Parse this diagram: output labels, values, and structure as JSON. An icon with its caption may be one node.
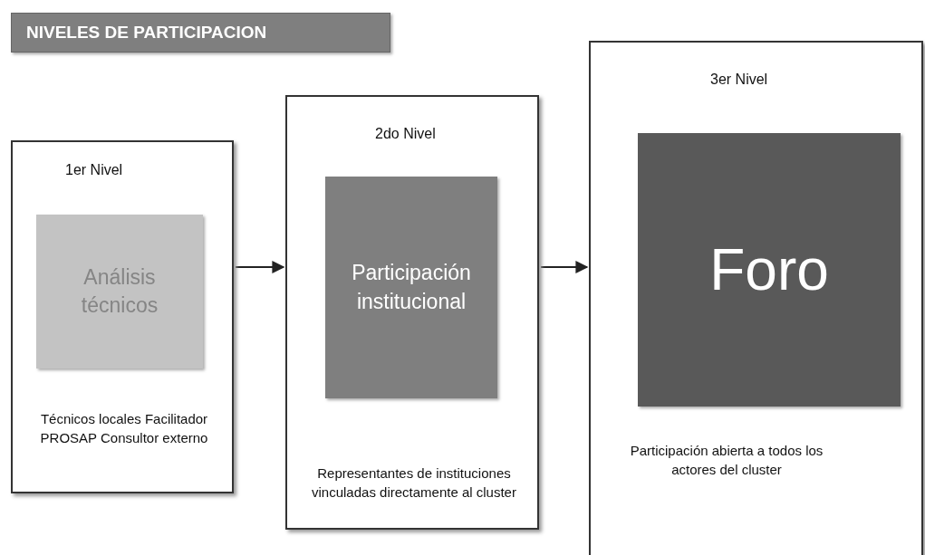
{
  "diagram": {
    "title": "NIVELES DE PARTICIPACION",
    "nodes": [
      {
        "text": [
          "1er Nivel",
          "Técnicos locales Facilitador PROSAP Consultor externo"
        ]
      },
      {
        "text": [
          "Análisis técnicos"
        ],
        "in": 0
      },
      {
        "text": [
          "2do Nivel",
          "Representantes de instituciones vinculadas directamente al cluster"
        ]
      },
      {
        "text": [
          "Participación institucional"
        ],
        "in": 2
      },
      {
        "text": [
          "3er Nivel",
          "Participación abierta a todos los actores del cluster"
        ]
      },
      {
        "text": [
          "Foro"
        ],
        "in": 4
      }
    ],
    "edges": [
      {
        "from": 0,
        "to": 2,
        "arrow": "to"
      },
      {
        "from": 2,
        "to": 4,
        "arrow": "to"
      }
    ]
  }
}
